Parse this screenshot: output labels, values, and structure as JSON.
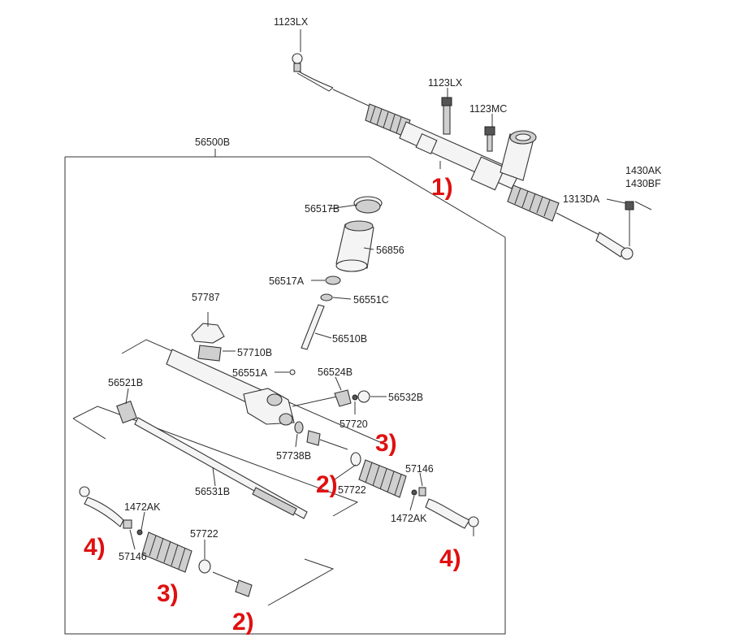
{
  "labels": {
    "l1123lx_a": "1123LX",
    "l1123lx_b": "1123LX",
    "l1123mc": "1123MC",
    "l1430ak": "1430AK",
    "l1430bf": "1430BF",
    "l1313da": "1313DA",
    "l56500b": "56500B",
    "l56517b": "56517B",
    "l56856": "56856",
    "l56517a": "56517A",
    "l56551c": "56551C",
    "l57787": "57787",
    "l56510b": "56510B",
    "l57710b": "57710B",
    "l56551a": "56551A",
    "l56524b": "56524B",
    "l56532b": "56532B",
    "l56521b": "56521B",
    "l57720": "57720",
    "l57738b": "57738B",
    "l57722_a": "57722",
    "l57146_a": "57146",
    "l1472ak_a": "1472AK",
    "l56531b": "56531B",
    "l1472ak_b": "1472AK",
    "l57146_b": "57146",
    "l57722_b": "57722"
  },
  "callouts": {
    "c1": "1)",
    "c2a": "2)",
    "c2b": "2)",
    "c3a": "3)",
    "c3b": "3)",
    "c4a": "4)",
    "c4b": "4)"
  }
}
